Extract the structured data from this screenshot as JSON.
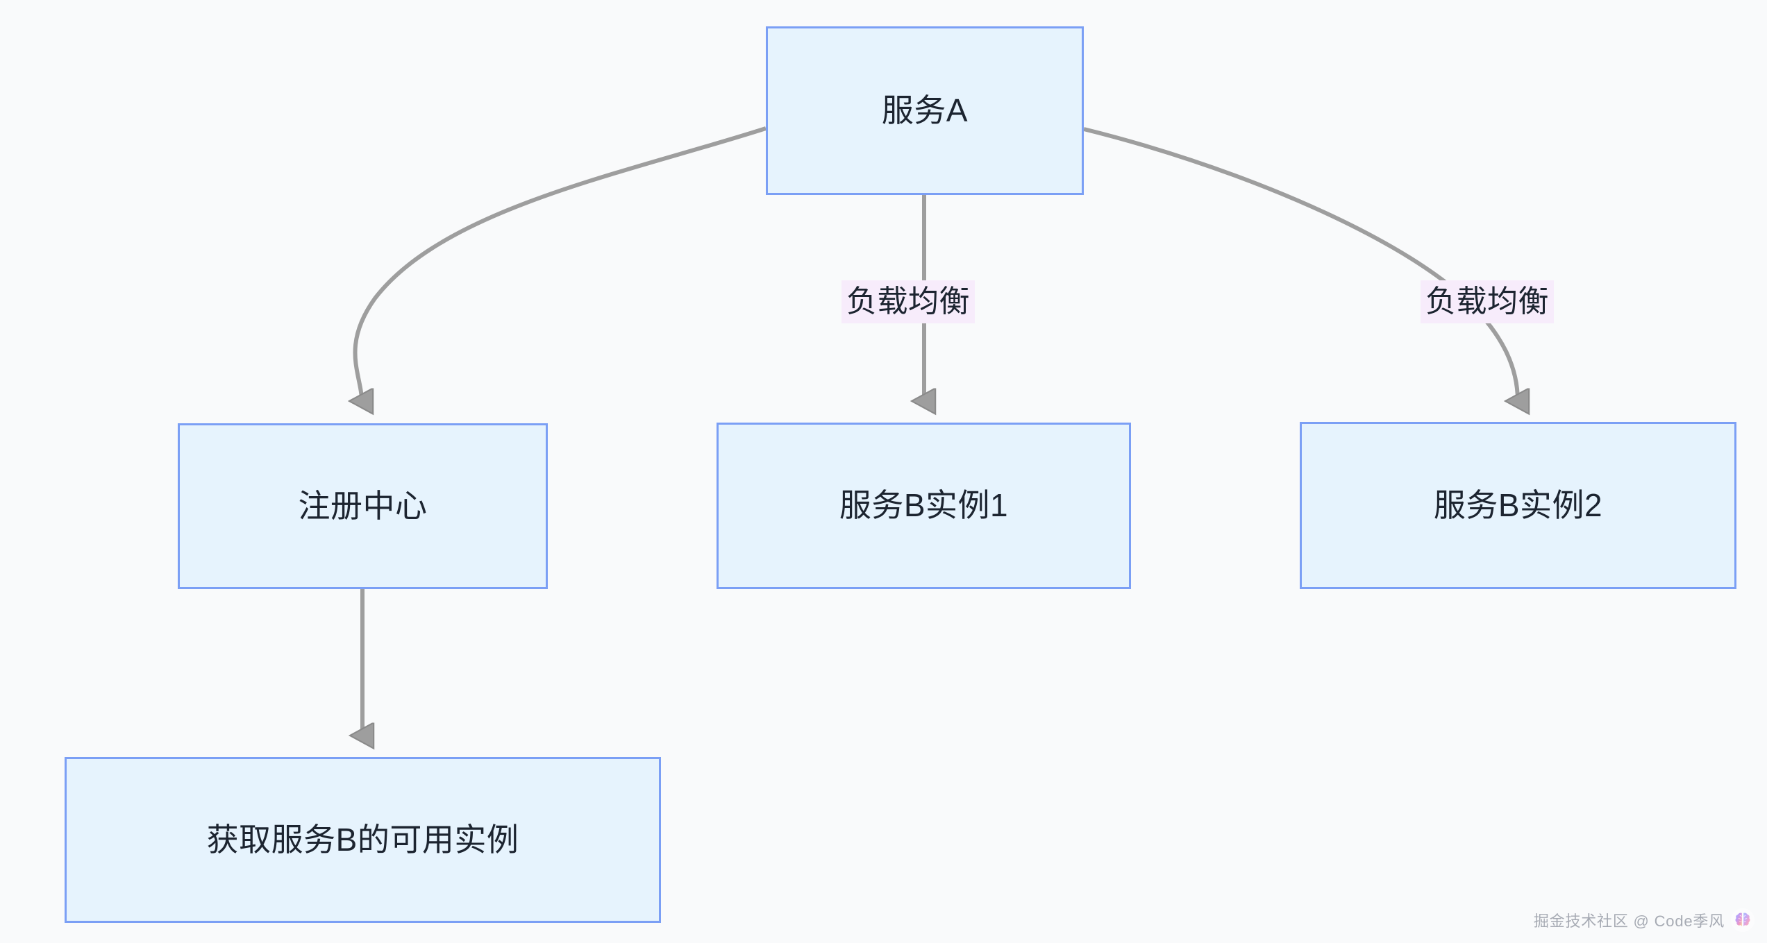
{
  "diagram": {
    "type": "flowchart",
    "background_color": "#f9fafb",
    "node_fill_color": "#e6f3fd",
    "node_border_color": "#7b9ff5",
    "edge_color": "#9e9e9e",
    "edge_label_background": "#f7ecfb",
    "text_color": "#1c2430",
    "nodes": [
      {
        "id": "service-a",
        "label": "服务A"
      },
      {
        "id": "registry",
        "label": "注册中心"
      },
      {
        "id": "service-b1",
        "label": "服务B实例1"
      },
      {
        "id": "service-b2",
        "label": "服务B实例2"
      },
      {
        "id": "fetch-instances",
        "label": "获取服务B的可用实例"
      }
    ],
    "edges": [
      {
        "from": "service-a",
        "to": "registry",
        "label": ""
      },
      {
        "from": "service-a",
        "to": "service-b1",
        "label": "负载均衡"
      },
      {
        "from": "service-a",
        "to": "service-b2",
        "label": "负载均衡"
      },
      {
        "from": "registry",
        "to": "fetch-instances",
        "label": ""
      }
    ],
    "edge_labels": [
      {
        "id": "lb-1",
        "text": "负载均衡"
      },
      {
        "id": "lb-2",
        "text": "负载均衡"
      }
    ]
  },
  "watermark": {
    "text": "掘金技术社区 @ Code季风",
    "logo_icon": "brain-icon"
  }
}
